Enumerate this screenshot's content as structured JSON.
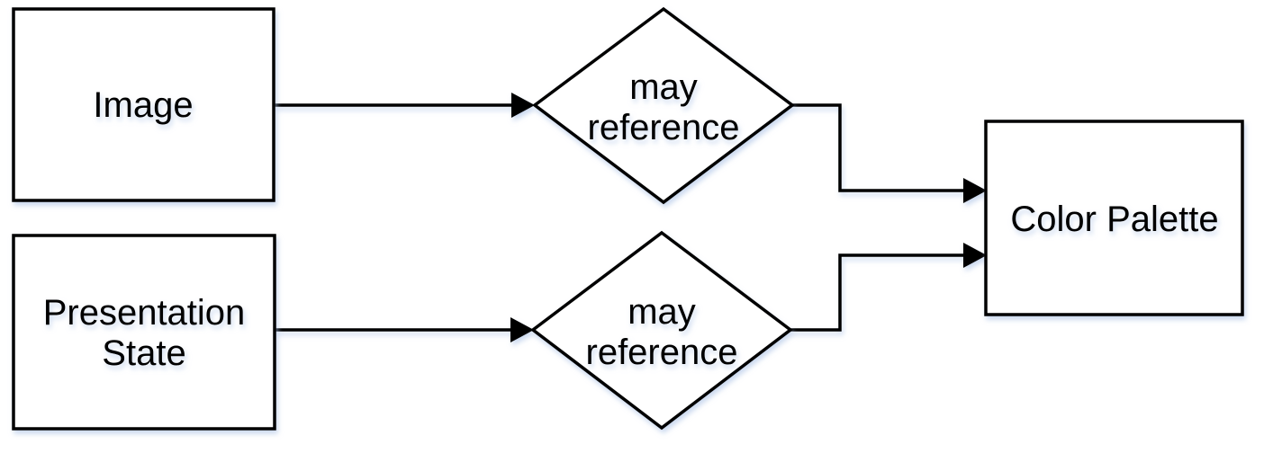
{
  "diagram": {
    "background_color": "#ffffff",
    "shape_fill_color": "#ffffff",
    "line_color": "#000000",
    "text_color": "#000000",
    "shadow_color": "#aec3e1",
    "nodes": [
      {
        "id": "image",
        "shape": "rectangle",
        "label": "Image"
      },
      {
        "id": "presentation-state",
        "shape": "rectangle",
        "label": "Presentation State",
        "lines": [
          "Presentation",
          "State"
        ]
      },
      {
        "id": "may-reference-top",
        "shape": "diamond",
        "label": "may reference",
        "lines": [
          "may",
          "reference"
        ]
      },
      {
        "id": "may-reference-bottom",
        "shape": "diamond",
        "label": "may reference",
        "lines": [
          "may",
          "reference"
        ]
      },
      {
        "id": "color-palette",
        "shape": "rectangle",
        "label": "Color Palette"
      }
    ],
    "edges": [
      {
        "from": "image",
        "to": "may-reference-top",
        "style": "straight-arrow"
      },
      {
        "from": "may-reference-top",
        "to": "color-palette",
        "style": "elbow-arrow"
      },
      {
        "from": "presentation-state",
        "to": "may-reference-bottom",
        "style": "straight-arrow"
      },
      {
        "from": "may-reference-bottom",
        "to": "color-palette",
        "style": "elbow-arrow"
      }
    ]
  }
}
